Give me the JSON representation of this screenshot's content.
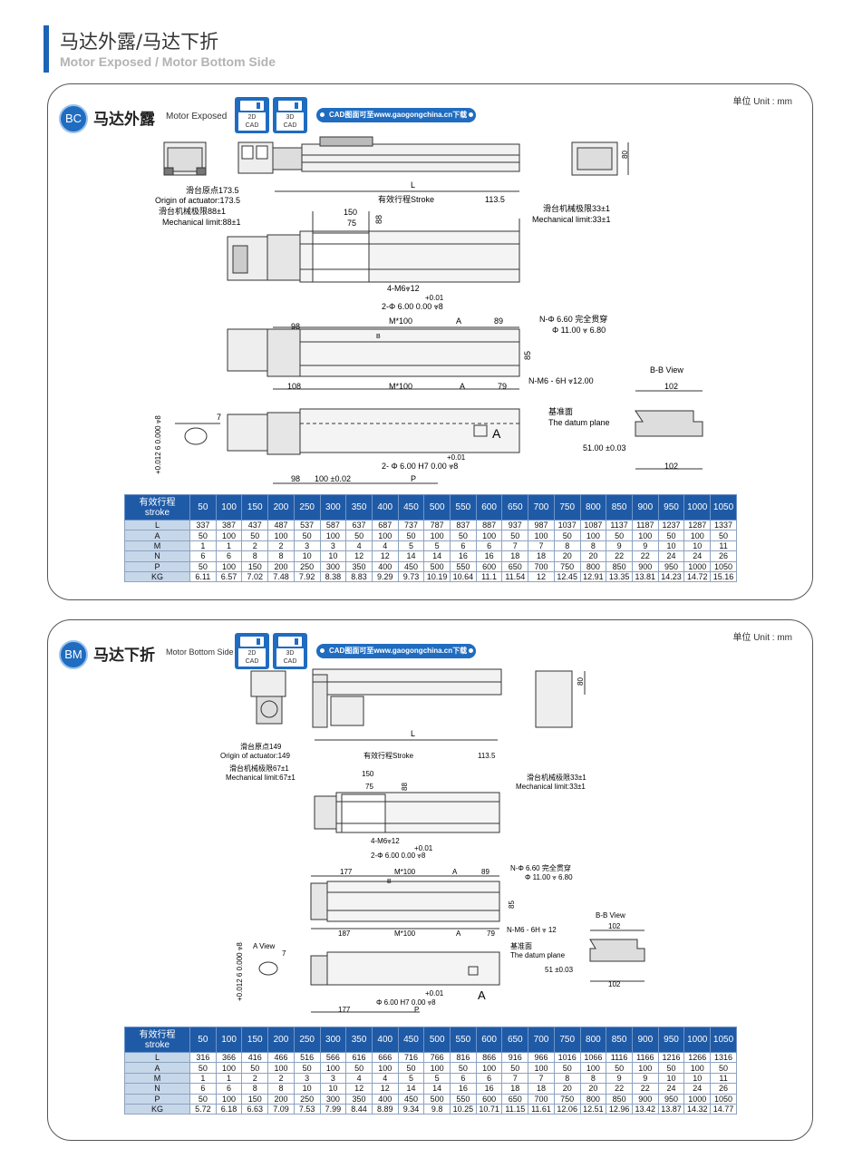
{
  "header": {
    "title_zh": "马达外露/马达下折",
    "title_en": "Motor Exposed / Motor Bottom Side"
  },
  "colors": {
    "accent": "#1f6cc1",
    "table_head": "#1f5aa6",
    "table_rowhead": "#c7d7ea"
  },
  "icons": {
    "cad2d": "floppy-disk-icon",
    "cad3d": "floppy-disk-icon"
  },
  "sections": [
    {
      "id": "bc",
      "badge": "BC",
      "title_zh": "马达外露",
      "title_en": "Motor Exposed",
      "unit": "单位 Unit : mm",
      "cad2d": "2D\nCAD",
      "cad3d": "3D\nCAD",
      "cad_link": "CAD图面可至www.gaogongchina.cn下载",
      "labels": {
        "dim80": "80",
        "L": "L",
        "origin_zh": "滑台原点173.5",
        "origin_en": "Origin of actuator:173.5",
        "stroke": "有效行程Stroke",
        "v1135": "113.5",
        "mech_zh": "滑台机械极限88±1",
        "mech_en": "Mechanical limit:88±1",
        "d150": "150",
        "d75": "75",
        "d88": "88",
        "mechr_zh": "滑台机械极限33±1",
        "mechr_en": "Mechanical limit:33±1",
        "m6": "4-M6⩔12",
        "tol01": "+0.01",
        "bore": "2-Φ 6.00  0.00 ⩔8",
        "nphi": "N-Φ 6.60 完全贯穿",
        "cb": "Φ 11.00 ⩔ 6.80",
        "d98": "98",
        "m100": "M*100",
        "A": "A",
        "d89": "89",
        "d85": "85",
        "B": "B",
        "d108": "108",
        "d79": "79",
        "nm6": "N-M6 - 6H ⩔12.00",
        "bbview": "B-B View",
        "d102": "102",
        "datum_zh": "基准面",
        "datum_en": "The datum plane",
        "d51": "51.00 ±0.03",
        "d7": "7",
        "tolv": "+0.012\n6  0.000 ⩔8",
        "bore2": "2- Φ 6.00 H7  0.00 ⩔8",
        "d100": "100 ±0.02",
        "P": "P",
        "Abig": "A"
      },
      "table": {
        "header_zh": "有效行程",
        "header_en": "stroke",
        "strokes": [
          "50",
          "100",
          "150",
          "200",
          "250",
          "300",
          "350",
          "400",
          "450",
          "500",
          "550",
          "600",
          "650",
          "700",
          "750",
          "800",
          "850",
          "900",
          "950",
          "1000",
          "1050"
        ],
        "rows": [
          {
            "label": "L",
            "values": [
              "337",
              "387",
              "437",
              "487",
              "537",
              "587",
              "637",
              "687",
              "737",
              "787",
              "837",
              "887",
              "937",
              "987",
              "1037",
              "1087",
              "1137",
              "1187",
              "1237",
              "1287",
              "1337"
            ]
          },
          {
            "label": "A",
            "values": [
              "50",
              "100",
              "50",
              "100",
              "50",
              "100",
              "50",
              "100",
              "50",
              "100",
              "50",
              "100",
              "50",
              "100",
              "50",
              "100",
              "50",
              "100",
              "50",
              "100",
              "50"
            ]
          },
          {
            "label": "M",
            "values": [
              "1",
              "1",
              "2",
              "2",
              "3",
              "3",
              "4",
              "4",
              "5",
              "5",
              "6",
              "6",
              "7",
              "7",
              "8",
              "8",
              "9",
              "9",
              "10",
              "10",
              "11"
            ]
          },
          {
            "label": "N",
            "values": [
              "6",
              "6",
              "8",
              "8",
              "10",
              "10",
              "12",
              "12",
              "14",
              "14",
              "16",
              "16",
              "18",
              "18",
              "20",
              "20",
              "22",
              "22",
              "24",
              "24",
              "26"
            ]
          },
          {
            "label": "P",
            "values": [
              "50",
              "100",
              "150",
              "200",
              "250",
              "300",
              "350",
              "400",
              "450",
              "500",
              "550",
              "600",
              "650",
              "700",
              "750",
              "800",
              "850",
              "900",
              "950",
              "1000",
              "1050"
            ]
          },
          {
            "label": "KG",
            "values": [
              "6.11",
              "6.57",
              "7.02",
              "7.48",
              "7.92",
              "8.38",
              "8.83",
              "9.29",
              "9.73",
              "10.19",
              "10.64",
              "11.1",
              "11.54",
              "12",
              "12.45",
              "12.91",
              "13.35",
              "13.81",
              "14.23",
              "14.72",
              "15.16"
            ]
          }
        ]
      }
    },
    {
      "id": "bm",
      "badge": "BM",
      "title_zh": "马达下折",
      "title_en": "Motor Bottom Side",
      "unit": "单位 Unit : mm",
      "cad2d": "2D\nCAD",
      "cad3d": "3D\nCAD",
      "cad_link": "CAD图面可至www.gaogongchina.cn下载",
      "labels": {
        "dim80": "80",
        "L": "L",
        "origin_zh": "滑台原点149",
        "origin_en": "Origin of actuator:149",
        "stroke": "有效行程Stroke",
        "v1135": "113.5",
        "mech_zh": "滑台机械极限67±1",
        "mech_en": "Mechanical limit:67±1",
        "d150": "150",
        "d75": "75",
        "d88": "88",
        "mechr_zh": "滑台机械极限33±1",
        "mechr_en": "Mechanical limit:33±1",
        "m6": "4-M6⩔12",
        "tol01": "+0.01",
        "bore": "2-Φ 6.00  0.00 ⩔8",
        "nphi": "N-Φ 6.60 完全贯穿",
        "cb": "Φ 11.00 ⩔ 6.80",
        "d177": "177",
        "m100": "M*100",
        "A": "A",
        "d89": "89",
        "d85": "85",
        "B": "B",
        "d187": "187",
        "d79": "79",
        "nm6": "N-M6 - 6H ⩔ 12",
        "bbview": "B-B View",
        "d102": "102",
        "datum_zh": "基准面",
        "datum_en": "The datum plane",
        "d51": "51 ±0.03",
        "aview": "A View",
        "d7": "7",
        "tolv": "+0.012\n6  0.000 ⩔8",
        "bore2": "Φ 6.00 H7  0.00 ⩔8",
        "P": "P",
        "Abig": "A"
      },
      "table": {
        "header_zh": "有效行程",
        "header_en": "stroke",
        "strokes": [
          "50",
          "100",
          "150",
          "200",
          "250",
          "300",
          "350",
          "400",
          "450",
          "500",
          "550",
          "600",
          "650",
          "700",
          "750",
          "800",
          "850",
          "900",
          "950",
          "1000",
          "1050"
        ],
        "rows": [
          {
            "label": "L",
            "values": [
              "316",
              "366",
              "416",
              "466",
              "516",
              "566",
              "616",
              "666",
              "716",
              "766",
              "816",
              "866",
              "916",
              "966",
              "1016",
              "1066",
              "1116",
              "1166",
              "1216",
              "1266",
              "1316"
            ]
          },
          {
            "label": "A",
            "values": [
              "50",
              "100",
              "50",
              "100",
              "50",
              "100",
              "50",
              "100",
              "50",
              "100",
              "50",
              "100",
              "50",
              "100",
              "50",
              "100",
              "50",
              "100",
              "50",
              "100",
              "50"
            ]
          },
          {
            "label": "M",
            "values": [
              "1",
              "1",
              "2",
              "2",
              "3",
              "3",
              "4",
              "4",
              "5",
              "5",
              "6",
              "6",
              "7",
              "7",
              "8",
              "8",
              "9",
              "9",
              "10",
              "10",
              "11"
            ]
          },
          {
            "label": "N",
            "values": [
              "6",
              "6",
              "8",
              "8",
              "10",
              "10",
              "12",
              "12",
              "14",
              "14",
              "16",
              "16",
              "18",
              "18",
              "20",
              "20",
              "22",
              "22",
              "24",
              "24",
              "26"
            ]
          },
          {
            "label": "P",
            "values": [
              "50",
              "100",
              "150",
              "200",
              "250",
              "300",
              "350",
              "400",
              "450",
              "500",
              "550",
              "600",
              "650",
              "700",
              "750",
              "800",
              "850",
              "900",
              "950",
              "1000",
              "1050"
            ]
          },
          {
            "label": "KG",
            "values": [
              "5.72",
              "6.18",
              "6.63",
              "7.09",
              "7.53",
              "7.99",
              "8.44",
              "8.89",
              "9.34",
              "9.8",
              "10.25",
              "10.71",
              "11.15",
              "11.61",
              "12.06",
              "12.51",
              "12.96",
              "13.42",
              "13.87",
              "14.32",
              "14.77"
            ]
          }
        ]
      }
    }
  ]
}
